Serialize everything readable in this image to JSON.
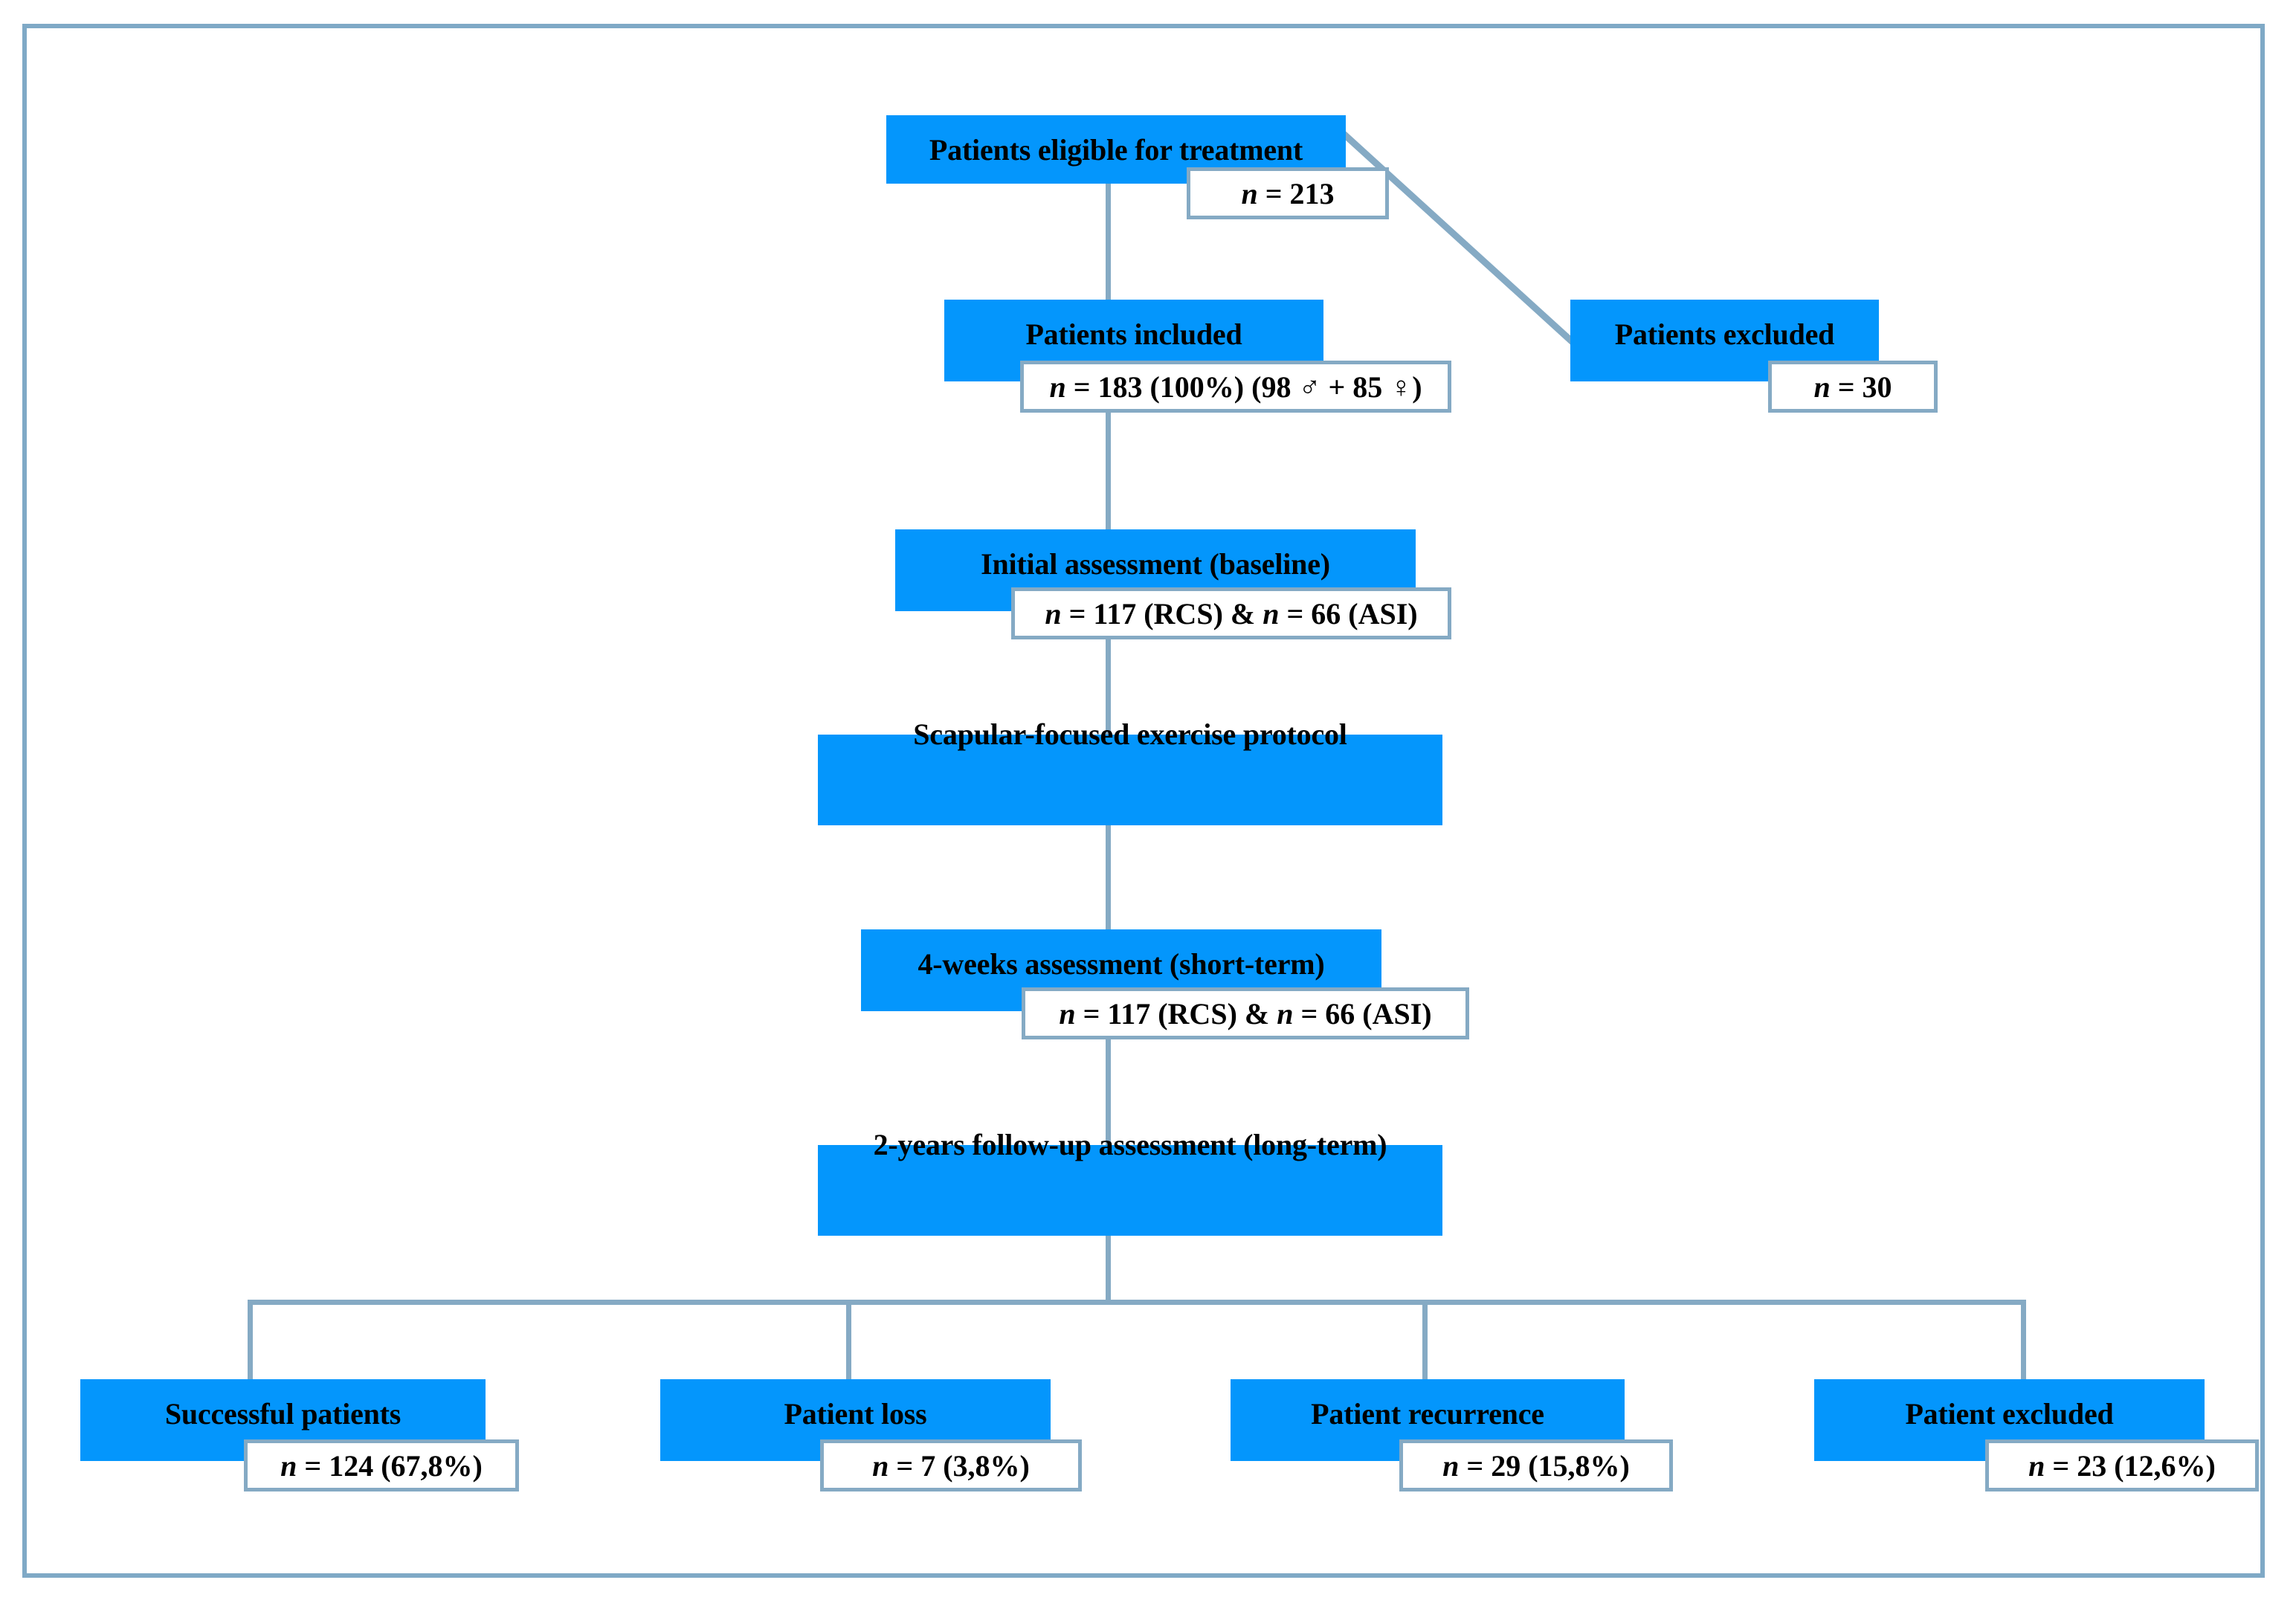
{
  "diagram": {
    "title": "Patient flow diagram",
    "colors": {
      "node_fill": "#0496FC",
      "connector": "#85AAC4",
      "frame": "#7FA9C6",
      "value_box_fill": "#FFFFFF",
      "text": "#000000"
    },
    "nodes": [
      {
        "id": "eligible",
        "label": "Patients eligible for treatment",
        "value": "n = 213",
        "value_n": 213
      },
      {
        "id": "included",
        "label": "Patients included",
        "value": "n = 183 (100%) (98 ♂ + 85 ♀)",
        "value_n": 183,
        "percent": "100%",
        "males": 98,
        "females": 85
      },
      {
        "id": "excluded-top",
        "label": "Patients excluded",
        "value": "n = 30",
        "value_n": 30
      },
      {
        "id": "baseline",
        "label": "Initial assessment (baseline)",
        "value": "n = 117 (RCS) &  n = 66 (ASI)",
        "rcs": 117,
        "asi": 66
      },
      {
        "id": "protocol",
        "label": "Scapular-focused exercise protocol",
        "value": null
      },
      {
        "id": "short-term",
        "label": "4-weeks assessment (short-term)",
        "value": "n = 117 (RCS) & n = 66 (ASI)",
        "rcs": 117,
        "asi": 66
      },
      {
        "id": "long-term",
        "label": "2-years follow-up assessment (long-term)",
        "value": null
      },
      {
        "id": "successful",
        "label": "Successful patients",
        "value": "n = 124 (67,8%)",
        "value_n": 124,
        "percent": "67,8%"
      },
      {
        "id": "loss",
        "label": "Patient loss",
        "value": "n = 7 (3,8%)",
        "value_n": 7,
        "percent": "3,8%"
      },
      {
        "id": "recurrence",
        "label": "Patient recurrence",
        "value": "n = 29 (15,8%)",
        "value_n": 29,
        "percent": "15,8%"
      },
      {
        "id": "excluded-bottom",
        "label": "Patient excluded",
        "value": "n = 23 (12,6%)",
        "value_n": 23,
        "percent": "12,6%"
      }
    ]
  }
}
